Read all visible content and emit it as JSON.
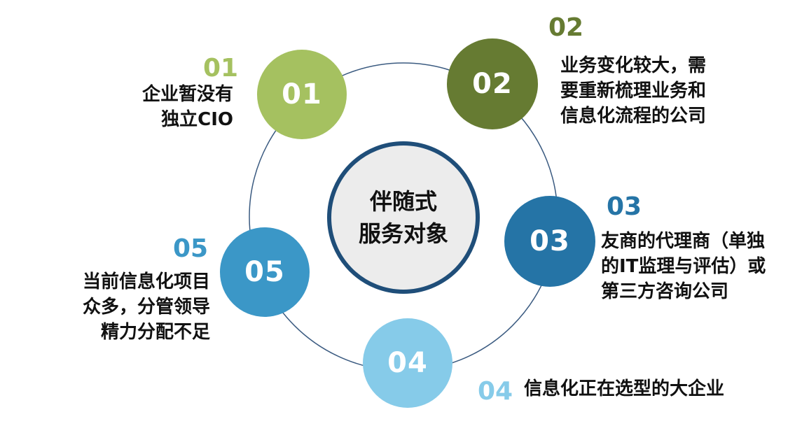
{
  "center": {
    "line1": "伴随式",
    "line2": "服务对象"
  },
  "items": [
    {
      "id": "01",
      "color": "#a5c160",
      "text_lines": [
        "企业暂没有",
        "独立CIO"
      ]
    },
    {
      "id": "02",
      "color": "#667b32",
      "text_lines": [
        "业务变化较大，需",
        "要重新梳理业务和",
        "信息化流程的公司"
      ]
    },
    {
      "id": "03",
      "color": "#2574a6",
      "text_lines": [
        "友商的代理商（单独",
        "的IT监理与评估）或",
        "第三方咨询公司"
      ]
    },
    {
      "id": "04",
      "color": "#86cbe9",
      "text_lines": [
        "信息化正在选型的大企业"
      ]
    },
    {
      "id": "05",
      "color": "#3b97c7",
      "text_lines": [
        "当前信息化项目",
        "众多，分管领导",
        "精力分配不足"
      ]
    }
  ],
  "ring_color": "#3a5a80"
}
